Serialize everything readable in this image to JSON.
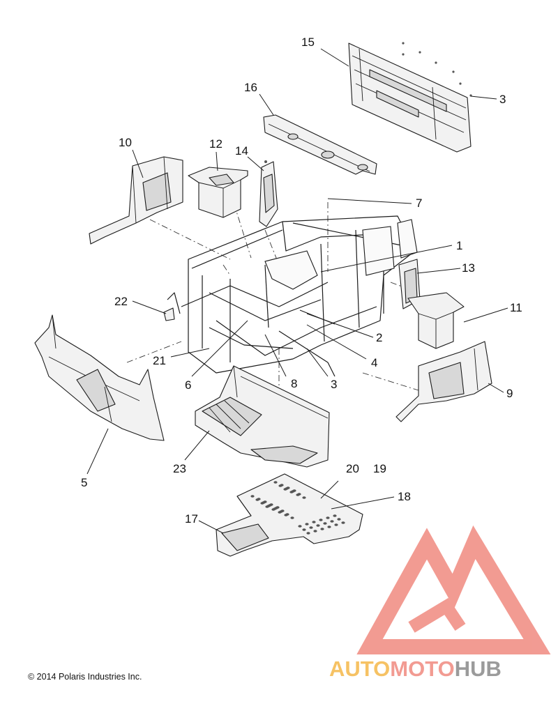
{
  "callouts": {
    "c15": "15",
    "c3a": "3",
    "c16": "16",
    "c12": "12",
    "c14": "14",
    "c10": "10",
    "c7": "7",
    "c1": "1",
    "c13": "13",
    "c22": "22",
    "c11": "11",
    "c2": "2",
    "c4": "4",
    "c21": "21",
    "c6": "6",
    "c8": "8",
    "c3b": "3",
    "c9": "9",
    "c5": "5",
    "c23": "23",
    "c20": "20",
    "c19": "19",
    "c18": "18",
    "c17": "17"
  },
  "copyright": "© 2014 Polaris Industries Inc.",
  "watermark": {
    "part1": "AUTO",
    "part2": "MOTO",
    "part3": "HUB",
    "color_orange": "#f5b84a",
    "color_red": "#f08a80",
    "color_gray": "#8a8a8a"
  }
}
